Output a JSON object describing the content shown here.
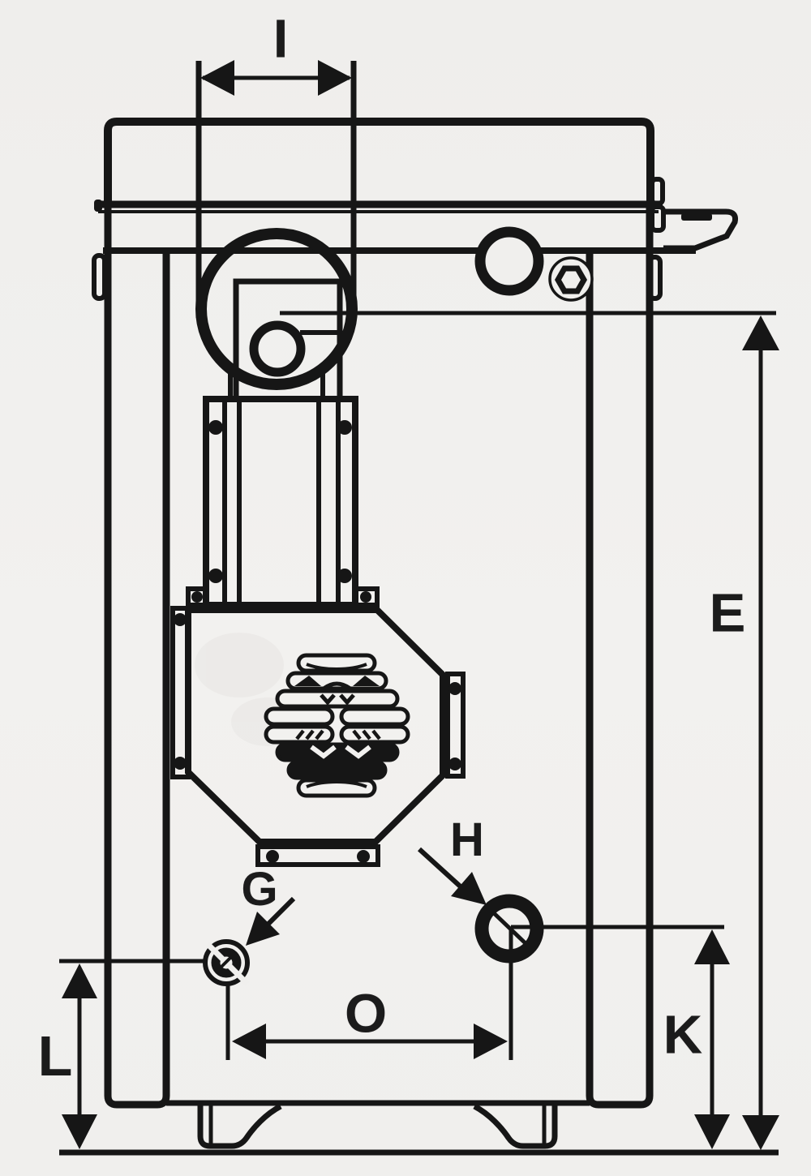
{
  "diagram": {
    "type": "technical-dimension-drawing",
    "subject": "appliance-rear-view-with-fan-and-connections",
    "colors": {
      "line": "#161616",
      "background": "#f0efed",
      "label": "#1b1b1b"
    },
    "labels": {
      "i": "I",
      "e": "E",
      "g": "G",
      "h": "H",
      "k": "K",
      "l": "L",
      "o": "O"
    }
  }
}
